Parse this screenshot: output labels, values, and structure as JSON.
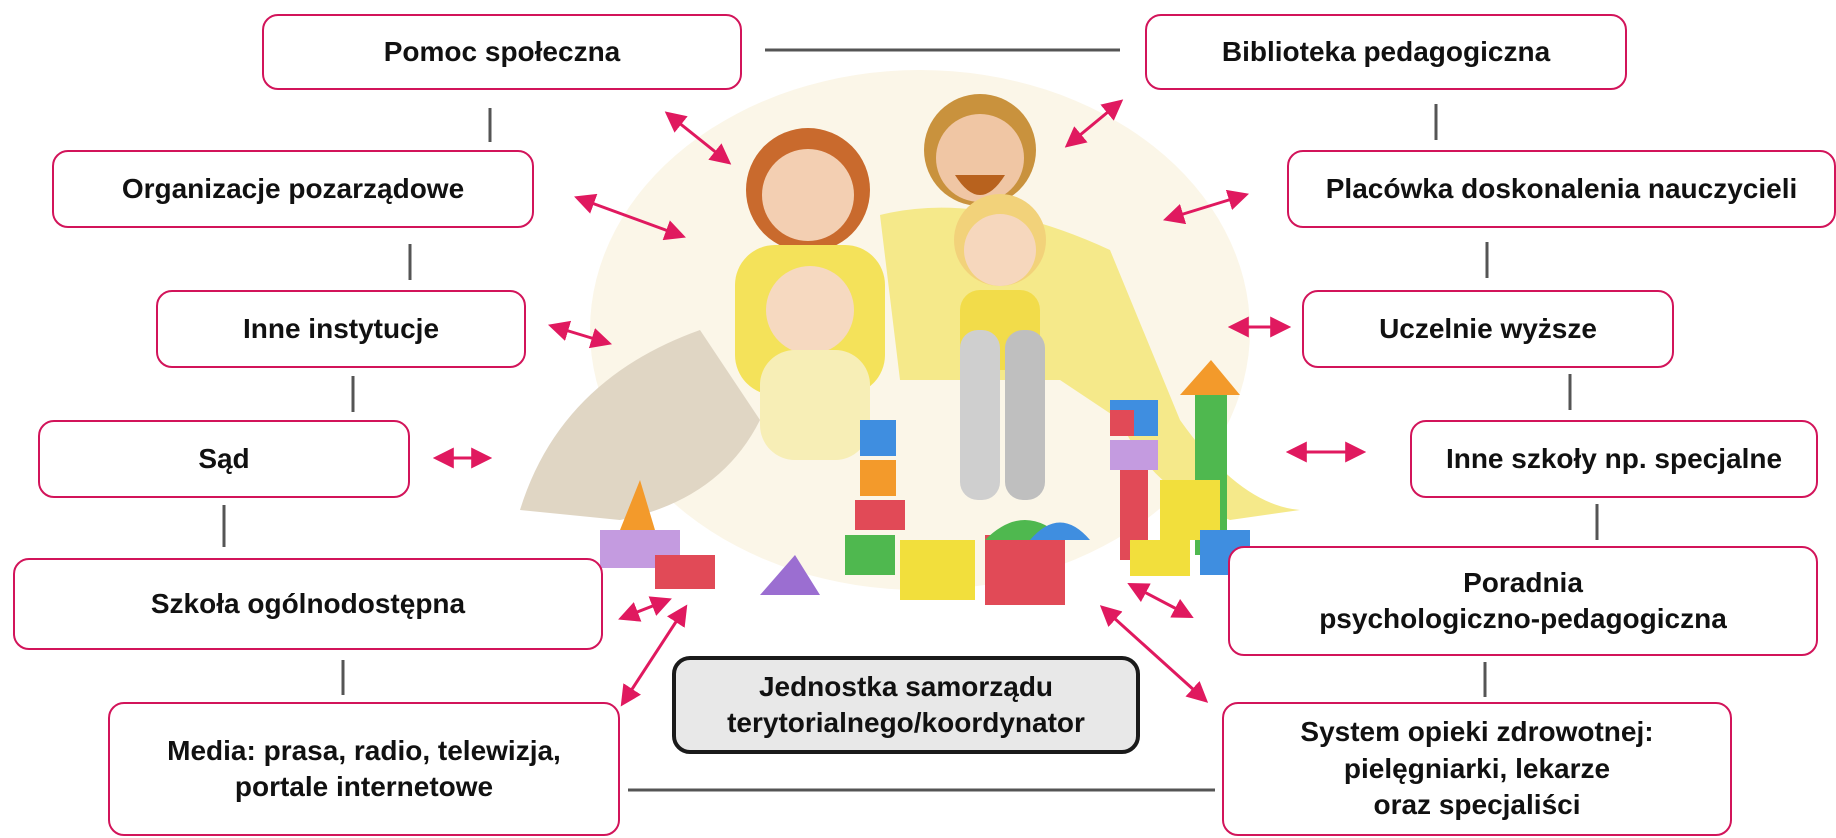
{
  "colors": {
    "border_accent": "#d2145a",
    "arrow": "#e0195f",
    "connector": "#555555",
    "center_fill": "#e8e8e8"
  },
  "center": {
    "label": "Jednostka samorządu\nterytorialnego/koordynator"
  },
  "left_nodes": [
    {
      "label": "Pomoc społeczna"
    },
    {
      "label": "Organizacje pozarządowe"
    },
    {
      "label": "Inne instytucje"
    },
    {
      "label": "Sąd"
    },
    {
      "label": "Szkoła ogólnodostępna"
    },
    {
      "label": "Media: prasa, radio, telewizja,\nportale internetowe"
    }
  ],
  "right_nodes": [
    {
      "label": "Biblioteka pedagogiczna"
    },
    {
      "label": "Placówka doskonalenia nauczycieli"
    },
    {
      "label": "Uczelnie wyższe"
    },
    {
      "label": "Inne szkoły np. specjalne"
    },
    {
      "label": "Poradnia\npsychologiczno-pedagogiczna"
    },
    {
      "label": "System opieki zdrowotnej:\npielęgniarki, lekarze\noraz specjaliści"
    }
  ],
  "photo": {
    "subject": "family-with-toy-blocks-photo"
  }
}
